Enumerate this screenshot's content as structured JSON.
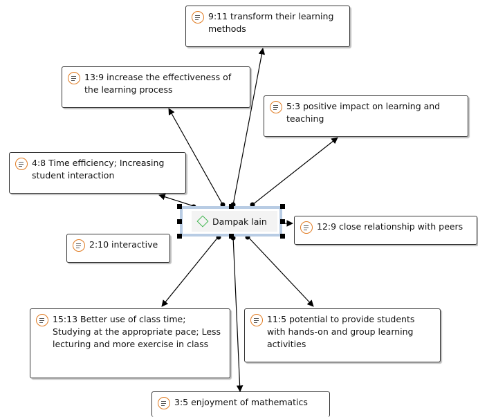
{
  "center": {
    "label": "Dampak lain",
    "icon": "code-diamond-icon"
  },
  "quotations": [
    {
      "id": "q-9-11",
      "text": "9:11 transform their learning methods",
      "icon": "quotation-icon"
    },
    {
      "id": "q-13-9",
      "text": "13:9 increase the effectiveness of the  learning process",
      "icon": "quotation-icon"
    },
    {
      "id": "q-5-3",
      "text": "5:3 positive impact on learning and teaching",
      "icon": "quotation-icon"
    },
    {
      "id": "q-4-8",
      "text": "4:8 Time efficiency; Increasing student interaction",
      "icon": "quotation-icon"
    },
    {
      "id": "q-12-9",
      "text": "12:9 close relationship with peers",
      "icon": "quotation-icon"
    },
    {
      "id": "q-2-10",
      "text": "2:10 interactive",
      "icon": "quotation-icon"
    },
    {
      "id": "q-15-13",
      "text": "15:13 Better use of class time; Studying at the appropriate pace; Less lecturing and more exercise in class",
      "icon": "quotation-icon"
    },
    {
      "id": "q-11-5",
      "text": "11:5 potential to provide  students with hands-on and group learning activities",
      "icon": "quotation-icon"
    },
    {
      "id": "q-3-5",
      "text": "3:5 enjoyment of mathematics",
      "icon": "quotation-icon"
    }
  ],
  "colors": {
    "icon_ring": "#e07a20",
    "code_icon": "#3cb44b",
    "selection": "#b8cce4"
  }
}
